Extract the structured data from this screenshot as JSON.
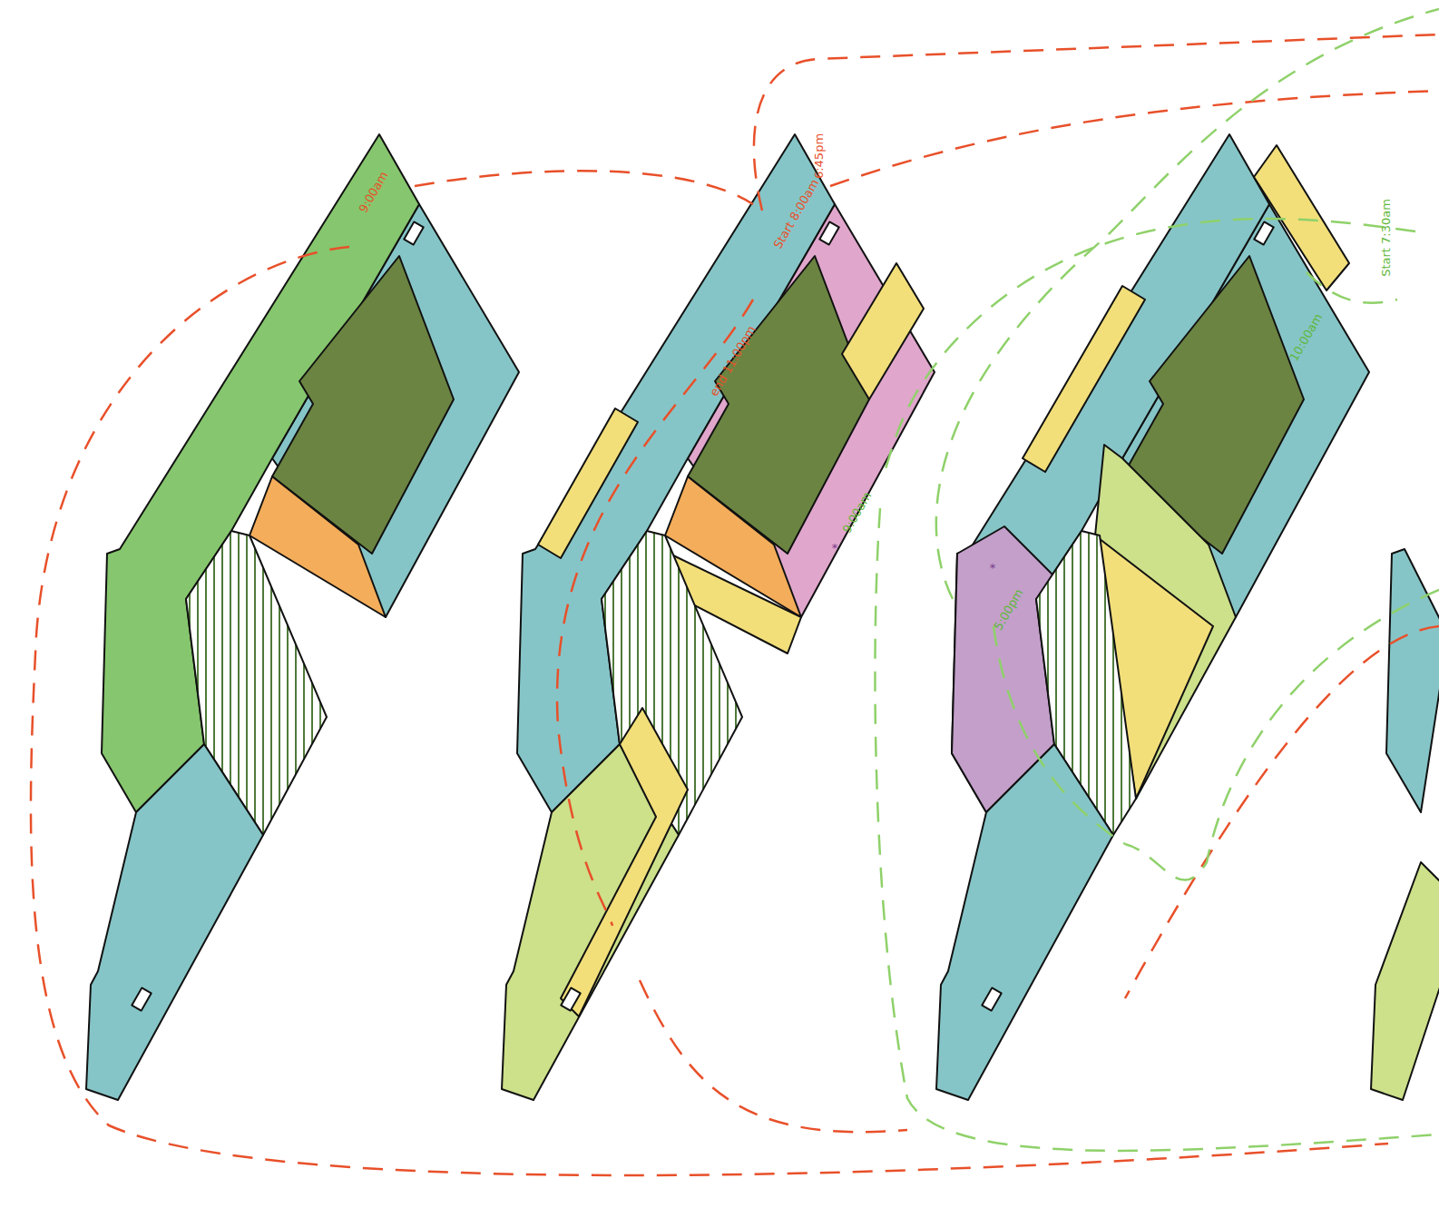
{
  "diagram": {
    "labels": [
      "9:00am",
      "6:45pm",
      "Start 8:00am",
      "end 11:00pm",
      "9:00am",
      "*",
      "Start 7:30am",
      "10:00am",
      "5:00pm",
      "*"
    ]
  }
}
